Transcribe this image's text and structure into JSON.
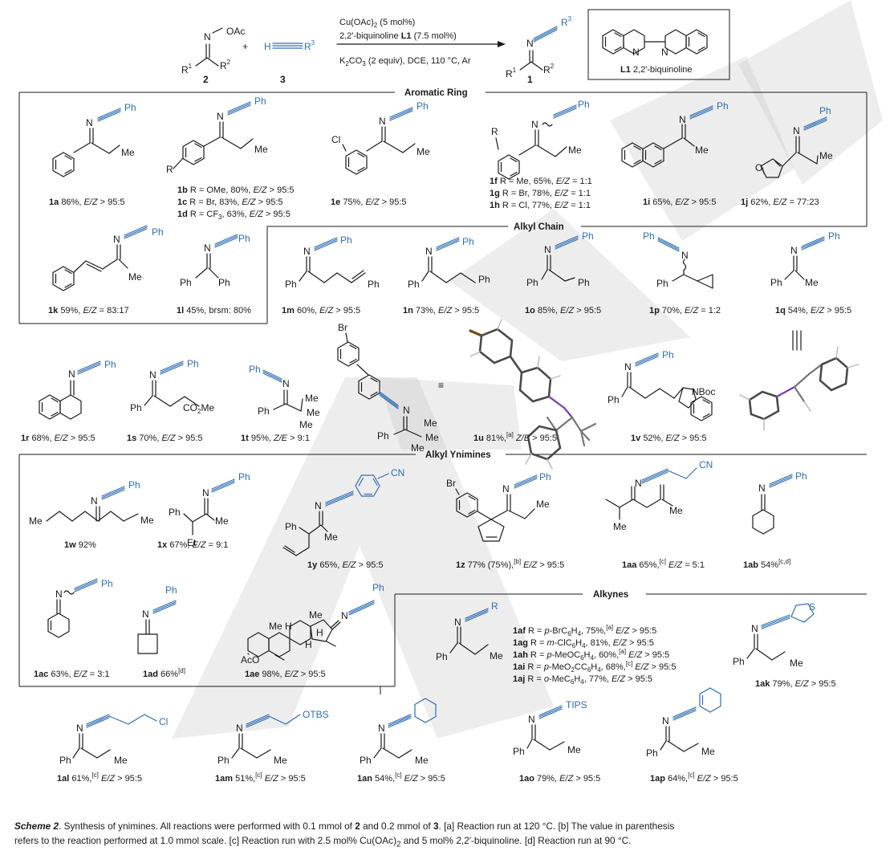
{
  "reaction": {
    "substrate_oxime_oac": "OAc",
    "substrate_n": "N",
    "substrate_r1": "R",
    "substrate_r1_sub": "1",
    "substrate_r2": "R",
    "substrate_r2_sub": "2",
    "plus": "+",
    "alkyne_h": "H",
    "alkyne_r3": "R",
    "alkyne_r3_sub": "3",
    "compound_2": "2",
    "compound_3": "3",
    "compound_1": "1",
    "catalyst": "Cu(OAc)",
    "catalyst_sub": "2",
    "catalyst_load": "(5 mol%)",
    "ligand": "2,2′-biquinoline ",
    "ligand_bold": "L1",
    "ligand_load": "(7.5 mol%)",
    "base_left": "K",
    "base_sub": "2",
    "base_right": "CO",
    "base_sub2": "3",
    "base_rest": "(2 equiv), DCE, 110 °C, Ar",
    "product_n": "N",
    "product_r1": "R",
    "product_r1_sub": "1",
    "product_r2": "R",
    "product_r2_sub": "2",
    "product_r3": "R",
    "product_r3_sub": "3",
    "ligand_box_n1": "N",
    "ligand_box_n2": "N",
    "ligand_box_label": "L1",
    "ligand_box_name": "2,2′-biquinoline"
  },
  "sections": {
    "aromatic_ring": "Aromatic Ring",
    "alkyl_chain": "Alkyl Chain",
    "alkyl_ynimines": "Alkyl Ynimines",
    "alkynes": "Alkynes"
  },
  "atoms": {
    "ph": "Ph",
    "me": "Me",
    "n": "N",
    "r": "R",
    "cl": "Cl",
    "br": "Br",
    "o": "O",
    "et": "Et",
    "cn": "CN",
    "s": "S",
    "aco": "AcO",
    "h": "H",
    "nboc": "NBoc",
    "co2me": "CO",
    "co2me_sub": "2",
    "co2me_end": "Me",
    "otbs": "OTBS",
    "tips": "TIPS",
    "equiv": "≡"
  },
  "compounds": {
    "c1a": {
      "id": "1a",
      "yield": "86%, ",
      "ratio_label": "E/Z",
      "ratio": " > 95:5"
    },
    "c1b": {
      "id": "1b",
      "text": " R = OMe, 80%, ",
      "ratio_label": "E/Z",
      "ratio": " > 95:5"
    },
    "c1c": {
      "id": "1c",
      "text": " R = Br, 83%, ",
      "ratio_label": "E/Z",
      "ratio": " > 95:5"
    },
    "c1d": {
      "id": "1d",
      "text": " R = CF",
      "sub": "3",
      "text2": ", 63%, ",
      "ratio_label": "E/Z",
      "ratio": " > 95:5"
    },
    "c1e": {
      "id": "1e",
      "yield": "75%, ",
      "ratio_label": "E/Z",
      "ratio": " > 95:5"
    },
    "c1f": {
      "id": "1f",
      "text": " R = Me, 65%, ",
      "ratio_label": "E/Z",
      "ratio": " = 1:1"
    },
    "c1g": {
      "id": "1g",
      "text": " R = Br, 78%, ",
      "ratio_label": "E/Z",
      "ratio": " = 1:1"
    },
    "c1h": {
      "id": "1h",
      "text": " R = Cl, 77%, ",
      "ratio_label": "E/Z",
      "ratio": " = 1:1"
    },
    "c1i": {
      "id": "1i",
      "yield": "65%, ",
      "ratio_label": "E/Z",
      "ratio": " > 95:5"
    },
    "c1j": {
      "id": "1j",
      "yield": "62%, ",
      "ratio_label": "E/Z",
      "ratio": " = 77:23"
    },
    "c1k": {
      "id": "1k",
      "yield": "59%, ",
      "ratio_label": "E/Z",
      "ratio": " = 83:17"
    },
    "c1l": {
      "id": "1l",
      "yield": "45%, brsm: 80%"
    },
    "c1m": {
      "id": "1m",
      "yield": "60%, ",
      "ratio_label": "E/Z",
      "ratio": " > 95:5"
    },
    "c1n": {
      "id": "1n",
      "yield": "73%, ",
      "ratio_label": "E/Z",
      "ratio": " > 95:5"
    },
    "c1o": {
      "id": "1o",
      "yield": "85%, ",
      "ratio_label": "E/Z",
      "ratio": " > 95:5"
    },
    "c1p": {
      "id": "1p",
      "yield": "70%, ",
      "ratio_label": "E/Z",
      "ratio": " = 1:2"
    },
    "c1q": {
      "id": "1q",
      "yield": "54%, ",
      "ratio_label": "E/Z",
      "ratio": " > 95:5"
    },
    "c1r": {
      "id": "1r",
      "yield": "68%, ",
      "ratio_label": "E/Z",
      "ratio": " > 95:5"
    },
    "c1s": {
      "id": "1s",
      "yield": "70%, ",
      "ratio_label": "E/Z",
      "ratio": " > 95:5"
    },
    "c1t": {
      "id": "1t",
      "yield": "95%, ",
      "ratio_label": "Z/E",
      "ratio": " > 9:1"
    },
    "c1u": {
      "id": "1u",
      "yield": "81%,",
      "sup": "[a]",
      "ratio_label": "Z/E",
      "ratio": " > 95:5"
    },
    "c1v": {
      "id": "1v",
      "yield": "52%, ",
      "ratio_label": "E/Z",
      "ratio": " > 95:5"
    },
    "c1w": {
      "id": "1w",
      "yield": "92%"
    },
    "c1x": {
      "id": "1x",
      "yield": "67%, ",
      "ratio_label": "E/Z",
      "ratio": " = 9:1"
    },
    "c1y": {
      "id": "1y",
      "yield": "65%, ",
      "ratio_label": "E/Z",
      "ratio": " > 95:5"
    },
    "c1z": {
      "id": "1z",
      "yield": "77% (75%),",
      "sup": "[b]",
      "ratio_label": "E/Z",
      "ratio": " > 95:5"
    },
    "c1aa": {
      "id": "1aa",
      "yield": "65%,",
      "sup": "[c]",
      "ratio_label": "E/Z",
      "ratio": " = 5:1"
    },
    "c1ab": {
      "id": "1ab",
      "yield": "54%",
      "sup": "[c,d]"
    },
    "c1ac": {
      "id": "1ac",
      "yield": "63%, ",
      "ratio_label": "E/Z",
      "ratio": " = 3:1"
    },
    "c1ad": {
      "id": "1ad",
      "yield": "66%",
      "sup": "[d]"
    },
    "c1ae": {
      "id": "1ae",
      "yield": "98%, ",
      "ratio_label": "E/Z",
      "ratio": " > 95:5"
    },
    "c1af": {
      "id": "1af",
      "text": " R = ",
      "r_italic": "p",
      "text2": "-BrC",
      "sub": "6",
      "text3": "H",
      "sub2": "4",
      "text4": ", 75%,",
      "sup": "[a]",
      "ratio_label": "E/Z",
      "ratio": " > 95:5"
    },
    "c1ag": {
      "id": "1ag",
      "text": " R = ",
      "r_italic": "m",
      "text2": "-ClC",
      "sub": "6",
      "text3": "H",
      "sub2": "4",
      "text4": ", 81%, ",
      "ratio_label": "E/Z",
      "ratio": " > 95:5"
    },
    "c1ah": {
      "id": "1ah",
      "text": " R = ",
      "r_italic": "p",
      "text2": "-MeOC",
      "sub": "6",
      "text3": "H",
      "sub2": "4",
      "text4": ", 60%,",
      "sup": "[a]",
      "ratio_label": "E/Z",
      "ratio": " > 95:5"
    },
    "c1ai": {
      "id": "1ai",
      "text": " R = ",
      "r_italic": "p",
      "text2": "-MeO",
      "sub": "2",
      "text3": "CC",
      "sub2": "6",
      "text3b": "H",
      "sub3": "4",
      "text4": ", 68%,",
      "sup": "[c]",
      "ratio_label": "E/Z",
      "ratio": " > 95:5"
    },
    "c1aj": {
      "id": "1aj",
      "text": " R = ",
      "r_italic": "o",
      "text2": "-MeC",
      "sub": "6",
      "text3": "H",
      "sub2": "4",
      "text4": ", 77%, ",
      "ratio_label": "E/Z",
      "ratio": " > 95:5"
    },
    "c1ak": {
      "id": "1ak",
      "yield": "79%, ",
      "ratio_label": "E/Z",
      "ratio": " > 95:5"
    },
    "c1al": {
      "id": "1al",
      "yield": "61%,",
      "sup": "[c]",
      "ratio_label": "E/Z",
      "ratio": " > 95:5"
    },
    "c1am": {
      "id": "1am",
      "yield": "51%,",
      "sup": "[c]",
      "ratio_label": "E/Z",
      "ratio": " > 95:5"
    },
    "c1an": {
      "id": "1an",
      "yield": "54%,",
      "sup": "[c]",
      "ratio_label": "E/Z",
      "ratio": " > 95:5"
    },
    "c1ao": {
      "id": "1ao",
      "yield": "79%, ",
      "ratio_label": "E/Z",
      "ratio": " > 95:5"
    },
    "c1ap": {
      "id": "1ap",
      "yield": "64%,",
      "sup": "[c]",
      "ratio_label": "E/Z",
      "ratio": " > 95:5"
    }
  },
  "caption": {
    "scheme": "Scheme 2",
    "line1": ". Synthesis of ynimines. All reactions were performed with 0.1 mmol of ",
    "bold2": "2",
    "line1b": " and 0.2 mmol of ",
    "bold3": "3",
    "line1c": ". [a] Reaction run at 120 °C. [b] The value in parenthesis",
    "line2": "refers to the reaction performed at 1.0 mmol scale. [c] Reaction run with 2.5 mol% Cu(OAc)",
    "line2sub": "2",
    "line2b": " and 5 mol% 2,2′-biquinoline. [d] Reaction run at 90 °C."
  }
}
